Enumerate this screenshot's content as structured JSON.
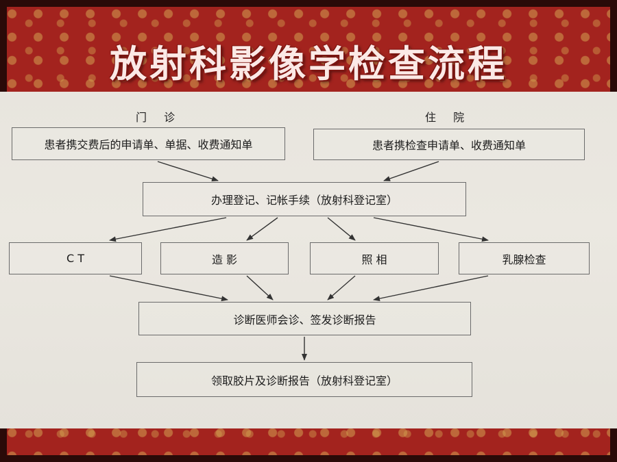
{
  "title": "放射科影像学检查流程",
  "columns": {
    "outpatient": "门 诊",
    "inpatient": "住 院"
  },
  "steps": {
    "outpatient_docs": "患者携交费后的申请单、单据、收费通知单",
    "inpatient_docs": "患者携检查申请单、收费通知单",
    "register": "办理登记、记帐手续（放射科登记室）",
    "ct": "C T",
    "angiography": "造  影",
    "xray": "照  相",
    "mammography": "乳腺检查",
    "diagnosis": "诊断医师会诊、签发诊断报告",
    "collect": "领取胶片及诊断报告（放射科登记室）"
  },
  "colors": {
    "frame": "#a3231e",
    "board": "#e8e5de",
    "title": "#fbe9e6",
    "line": "#333333"
  }
}
